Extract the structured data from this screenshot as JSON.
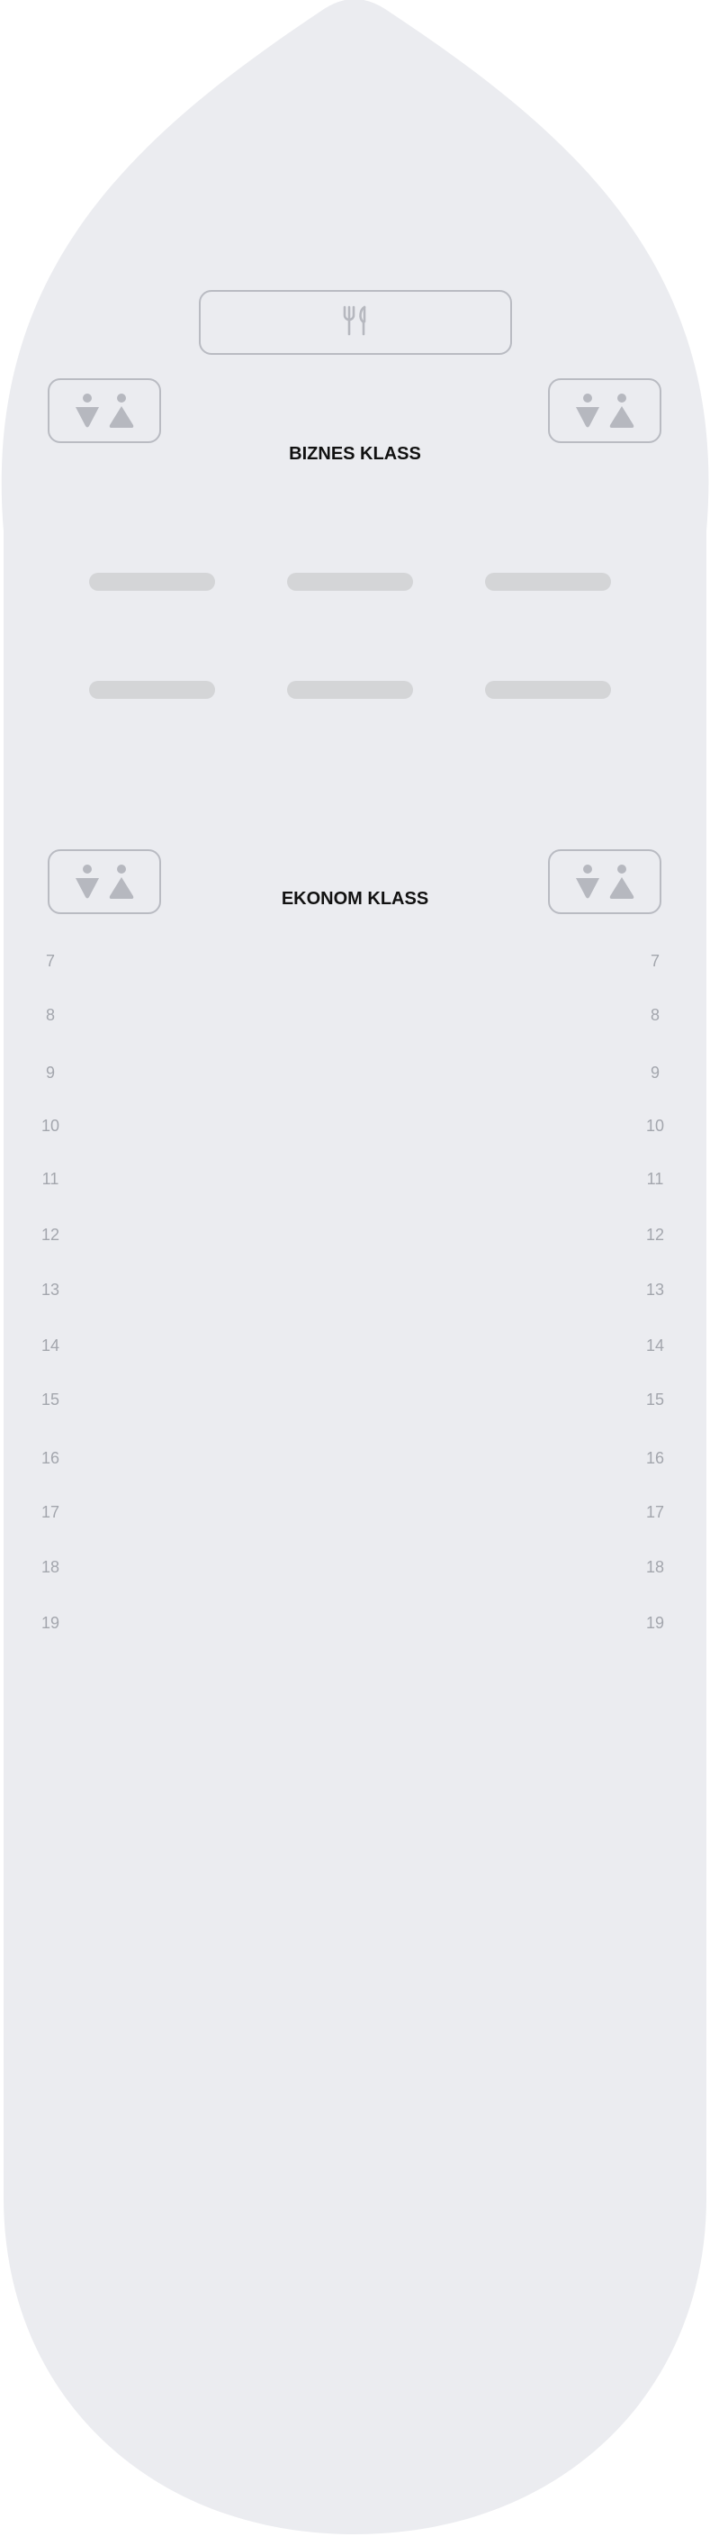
{
  "cabins": {
    "business": {
      "title": "BIZNES KLASS",
      "rows": 2,
      "seats_per_row": 3
    },
    "economy": {
      "title": "EKONOM KLASS"
    }
  },
  "rows": [
    "7",
    "8",
    "9",
    "10",
    "11",
    "12",
    "13",
    "14",
    "15",
    "16",
    "17",
    "18",
    "19"
  ],
  "facilities": {
    "galley_icon": "cutlery-icon",
    "lavatory_icon": "restroom-icon"
  },
  "colors": {
    "fuselage": "#ebecf0",
    "outline": "#b9bbc2",
    "icon": "#b6b8bf",
    "seat_placeholder": "#d4d5d7",
    "row_number": "#a3a6ad",
    "title": "#111111"
  }
}
